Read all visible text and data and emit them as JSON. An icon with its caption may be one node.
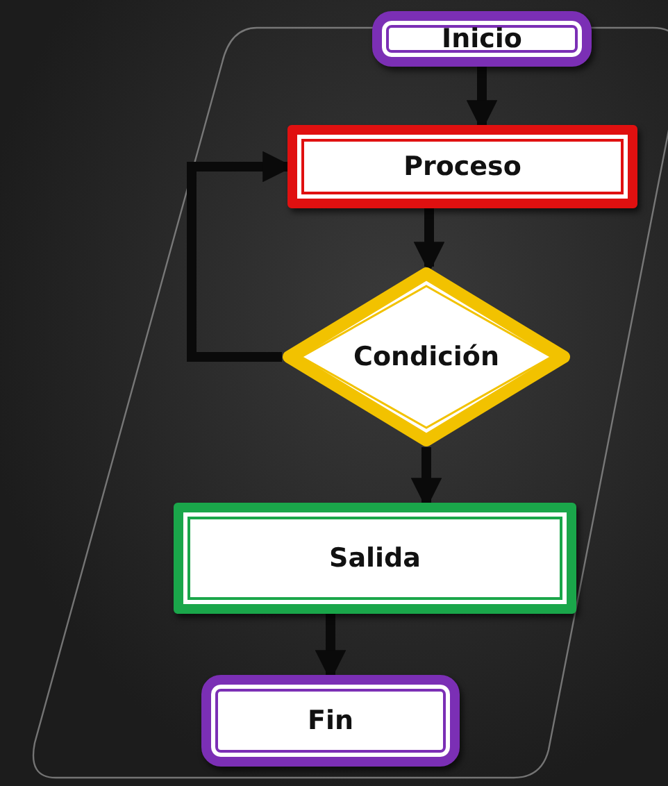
{
  "diagram": {
    "nodes": [
      {
        "text": [
          "Inicio"
        ]
      },
      {
        "text": [
          "Proceso"
        ]
      },
      {
        "text": [
          "Condición"
        ]
      },
      {
        "text": [
          "Salida"
        ]
      },
      {
        "text": [
          "Fin"
        ]
      }
    ],
    "edges": [
      {
        "from": 0,
        "to": 1,
        "arrow": "to"
      },
      {
        "from": 1,
        "to": 2,
        "arrow": "to"
      },
      {
        "from": 2,
        "to": 1,
        "arrow": "to"
      },
      {
        "from": 2,
        "to": 3,
        "arrow": "to"
      },
      {
        "from": 3,
        "to": 4,
        "arrow": "to"
      }
    ]
  }
}
